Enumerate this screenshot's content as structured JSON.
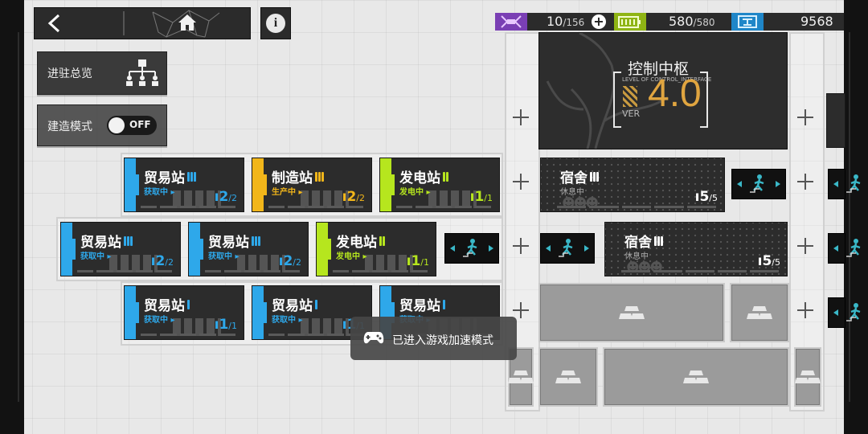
{
  "topbar": {
    "back_icon": "chevron-left-icon",
    "home_icon": "home-icon",
    "info_label": "i"
  },
  "sidebar": {
    "overview_label": "进驻总览",
    "build_mode_label": "建造模式",
    "build_mode_state": "OFF"
  },
  "resources": {
    "drones": {
      "value": "10",
      "max": "/156",
      "color": "#a05ad8"
    },
    "power": {
      "value": "580",
      "max": "/580",
      "color": "#b6e61e"
    },
    "currency": {
      "value": "9568",
      "color": "#2ea8ea"
    }
  },
  "control_center": {
    "title": "控制中枢",
    "subtitle": "LEVEL OF CONTROL_INTERFACE",
    "ver_label": "VER",
    "level": "4.0"
  },
  "rooms": [
    {
      "name": "贸易站",
      "status": "获取中 ▸",
      "count": "2",
      "max": "/2",
      "color": "#2ea8ea",
      "bars": 3
    },
    {
      "name": "制造站",
      "status": "生产中 ▸",
      "count": "2",
      "max": "/2",
      "color": "#f2b61a",
      "bars": 3
    },
    {
      "name": "发电站",
      "status": "发电中 ▸",
      "count": "1",
      "max": "/1",
      "color": "#b6e61e",
      "bars": 2
    },
    {
      "name": "宿舍",
      "status": "休息中",
      "count": "5",
      "max": "/5",
      "color": "#ffffff",
      "bars": 3
    },
    {
      "name": "贸易站",
      "status": "获取中 ▸",
      "count": "2",
      "max": "/2",
      "color": "#2ea8ea",
      "bars": 3
    },
    {
      "name": "贸易站",
      "status": "获取中 ▸",
      "count": "2",
      "max": "/2",
      "color": "#2ea8ea",
      "bars": 3
    },
    {
      "name": "发电站",
      "status": "发电中 ▸",
      "count": "1",
      "max": "/1",
      "color": "#b6e61e",
      "bars": 2
    },
    {
      "name": "宿舍",
      "status": "休息中",
      "count": "5",
      "max": "/5",
      "color": "#ffffff",
      "bars": 3
    },
    {
      "name": "贸易站",
      "status": "获取中 ▸",
      "count": "1",
      "max": "/1",
      "color": "#2ea8ea",
      "bars": 1
    },
    {
      "name": "贸易站",
      "status": "获取中 ▸",
      "count": "1",
      "max": "/1",
      "color": "#2ea8ea",
      "bars": 1
    },
    {
      "name": "贸易站",
      "status": "获取中 ▸",
      "count": "",
      "max": "",
      "color": "#2ea8ea",
      "bars": 1
    }
  ],
  "toast": {
    "text": "已进入游戏加速模式"
  }
}
